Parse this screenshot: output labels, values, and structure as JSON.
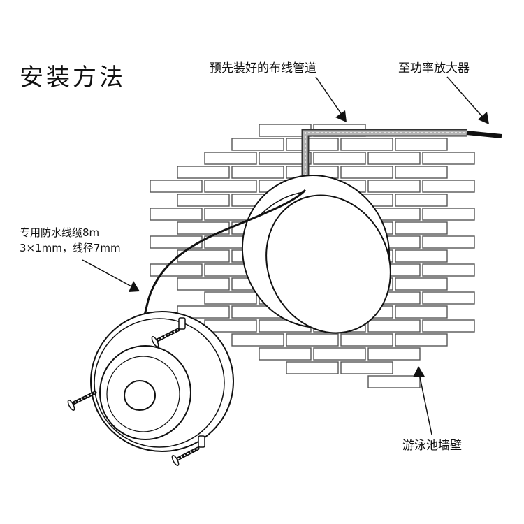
{
  "title": "安装方法",
  "labels": {
    "conduit": "预先装好的布线管道",
    "amplifier": "至功率放大器",
    "cable_line1": "专用防水线缆8m",
    "cable_line2": "3×1mm，线径7mm",
    "wall": "游泳池墙壁"
  },
  "colors": {
    "line": "#111111",
    "brick_stroke": "#555555",
    "conduit_fill": "#9a9a9a"
  }
}
